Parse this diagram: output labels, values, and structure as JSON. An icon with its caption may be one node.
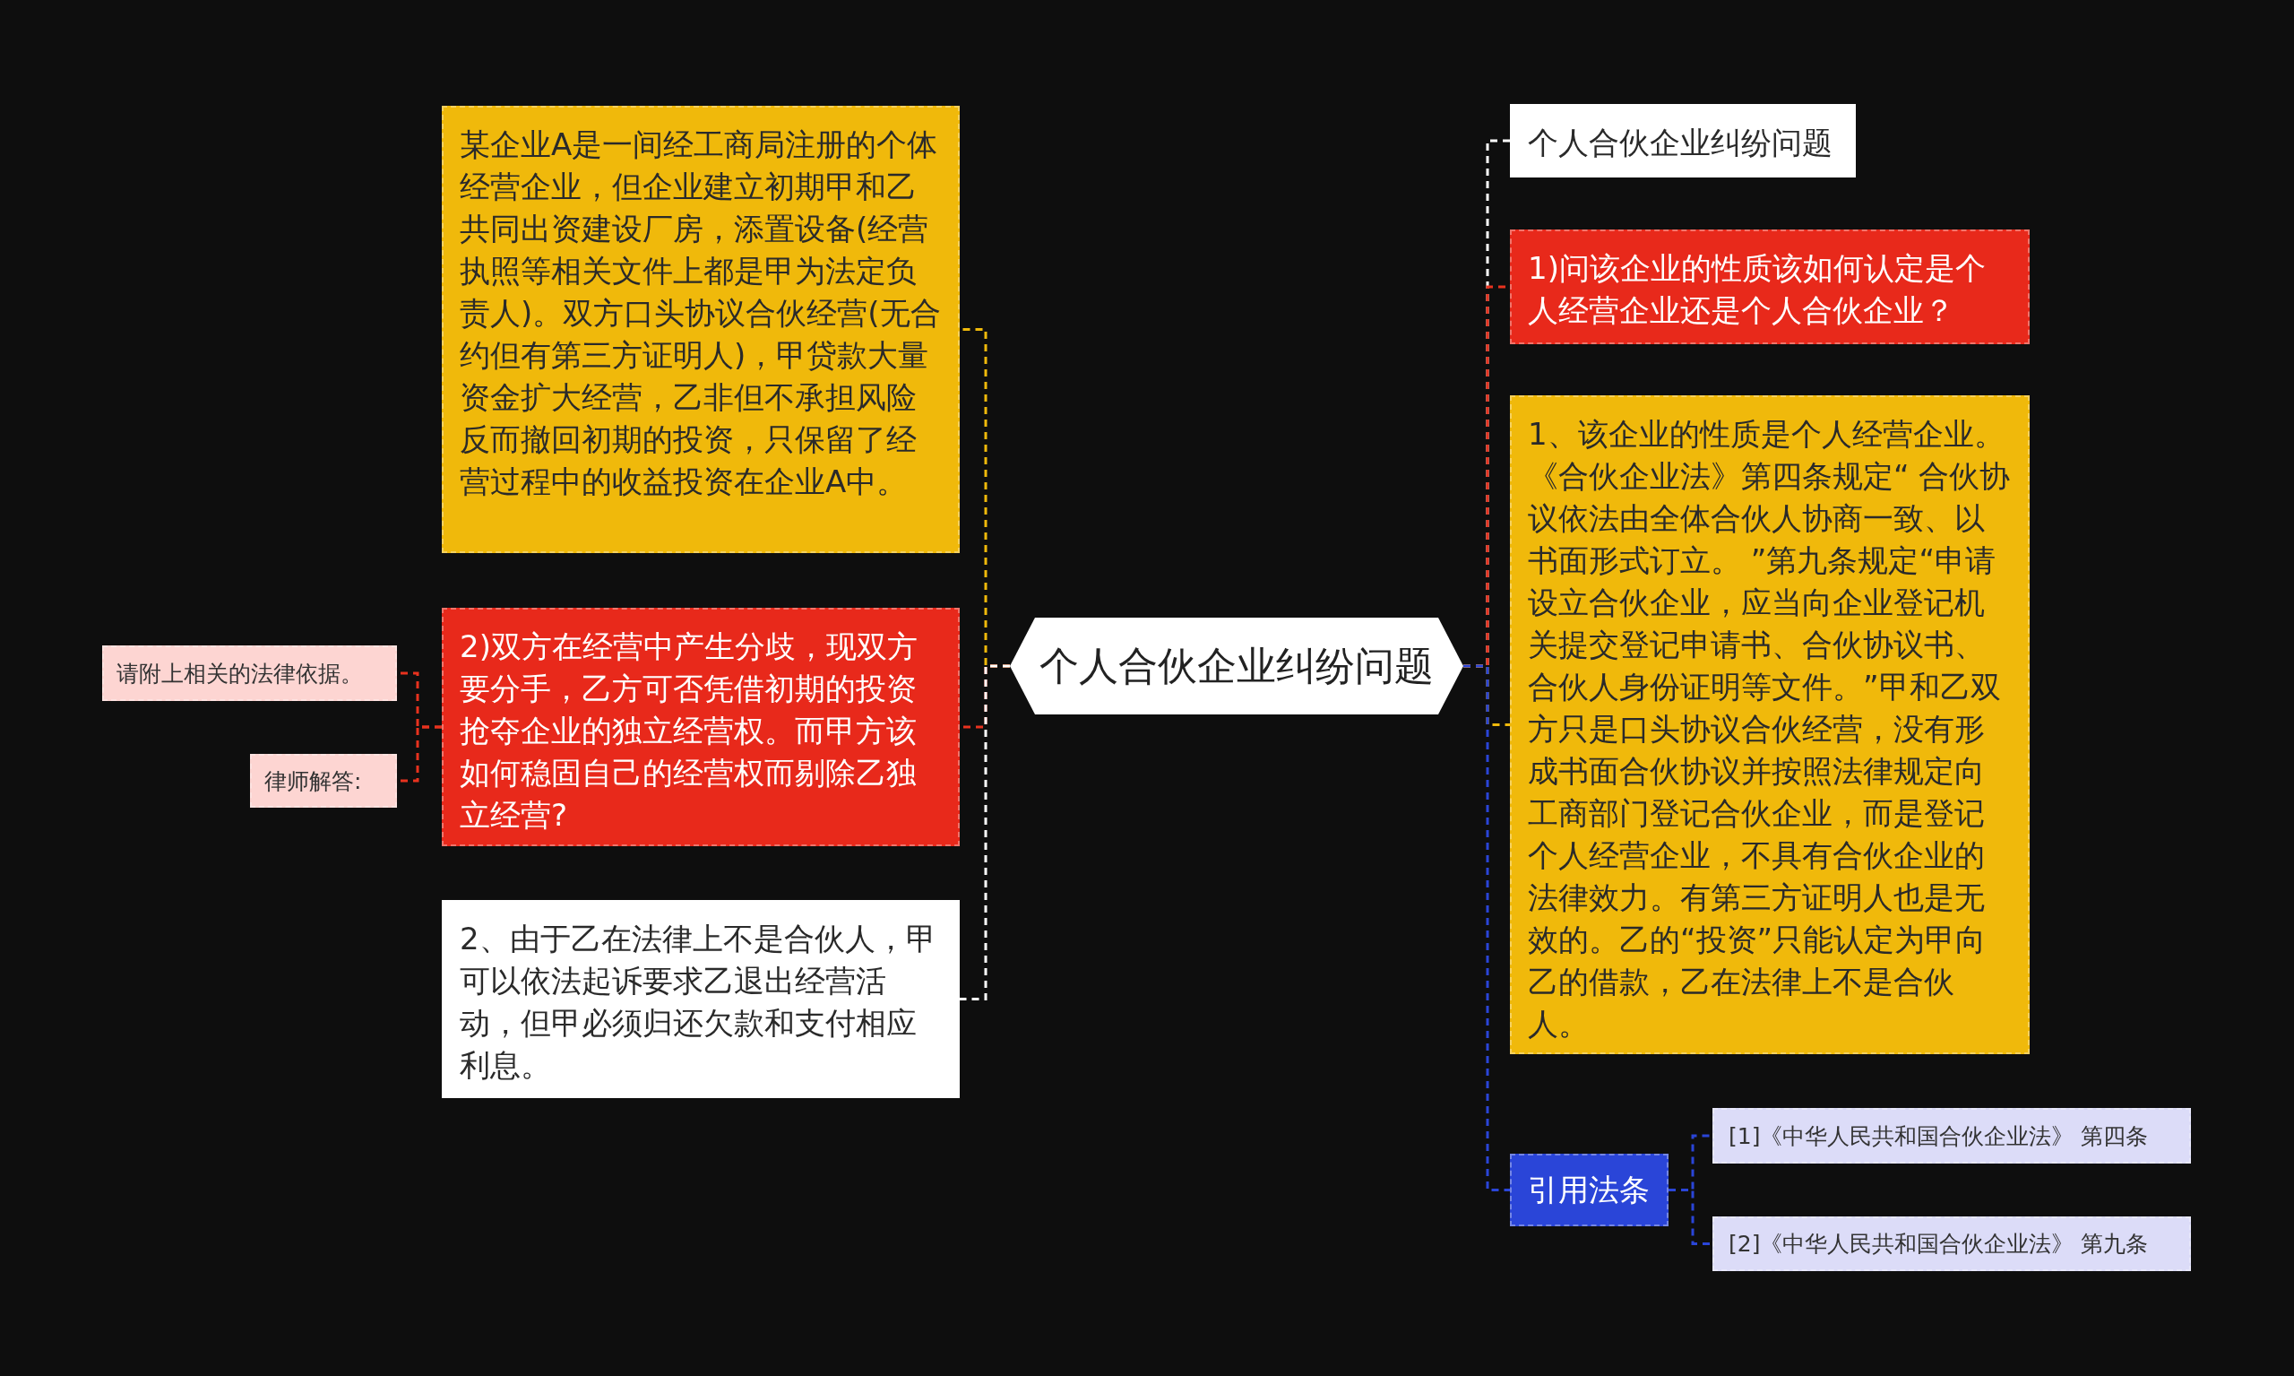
{
  "diagram": {
    "nodes": [
      {
        "text": [
          "个人合伙企业纠纷问题"
        ]
      },
      {
        "text": [
          "某企业A是一间经工商局注册的个体经营企业，但企业建立初期甲和乙共同出资建设厂房，添置设备(经营执照等相关文件上都是甲为法定负责人)。双方口头协议合伙经营(无合约但有第三方证明人)，甲贷款大量资金扩大经营，乙非但不承担风险反而撤回初期的投资，只保留了经营过程中的收益投资在企业A中。"
        ]
      },
      {
        "text": [
          "2)双方在经营中产生分歧，现双方要分手，乙方可否凭借初期的投资抢夺企业的独立经营权。而甲方该如何稳固自己的经营权而剔除乙独立经营?"
        ]
      },
      {
        "text": [
          "请附上相关的法律依据。"
        ]
      },
      {
        "text": [
          "律师解答:"
        ]
      },
      {
        "text": [
          "2、由于乙在法律上不是合伙人，甲可以依法起诉要求乙退出经营活动，但甲必须归还欠款和支付相应利息。"
        ]
      },
      {
        "text": [
          "个人合伙企业纠纷问题"
        ]
      },
      {
        "text": [
          "1)问该企业的性质该如何认定是个人经营企业还是个人合伙企业？"
        ]
      },
      {
        "text": [
          "1、该企业的性质是个人经营企业。《合伙企业法》第四条规定“ 合伙协议依法由全体合伙人协商一致、以书面形式订立。 ”第九条规定“申请设立合伙企业，应当向企业登记机关提交登记申请书、合伙协议书、合伙人身份证明等文件。”甲和乙双方只是口头协议合伙经营，没有形成书面合伙协议并按照法律规定向工商部门登记合伙企业，而是登记个人经营企业，不具有合伙企业的法律效力。有第三方证明人也是无效的。乙的“投资”只能认定为甲向乙的借款，乙在法律上不是合伙人。"
        ]
      },
      {
        "text": [
          "引用法条"
        ]
      },
      {
        "text": [
          "[1]《中华人民共和国合伙企业法》 第四条"
        ]
      },
      {
        "text": [
          "[2]《中华人民共和国合伙企业法》 第九条"
        ]
      }
    ],
    "edges": [
      {
        "from": 0,
        "to": 1,
        "arrow": "none",
        "style": "dashed",
        "color": "#f0b90b"
      },
      {
        "from": 0,
        "to": 2,
        "arrow": "none",
        "style": "dashed",
        "color": "#e8321e"
      },
      {
        "from": 2,
        "to": 3,
        "arrow": "none",
        "style": "dashed",
        "color": "#e8321e"
      },
      {
        "from": 2,
        "to": 4,
        "arrow": "none",
        "style": "dashed",
        "color": "#e8321e"
      },
      {
        "from": 0,
        "to": 5,
        "arrow": "none",
        "style": "dashed",
        "color": "#ffffff"
      },
      {
        "from": 0,
        "to": 6,
        "arrow": "none",
        "style": "dashed",
        "color": "#ffffff"
      },
      {
        "from": 0,
        "to": 7,
        "arrow": "none",
        "style": "dashed",
        "color": "#e8321e"
      },
      {
        "from": 0,
        "to": 8,
        "arrow": "none",
        "style": "dashed",
        "color": "#f0b90b"
      },
      {
        "from": 0,
        "to": 9,
        "arrow": "none",
        "style": "dashed",
        "color": "#2a45d8"
      },
      {
        "from": 9,
        "to": 10,
        "arrow": "none",
        "style": "dashed",
        "color": "#2a45d8"
      },
      {
        "from": 9,
        "to": 11,
        "arrow": "none",
        "style": "dashed",
        "color": "#2a45d8"
      }
    ]
  }
}
